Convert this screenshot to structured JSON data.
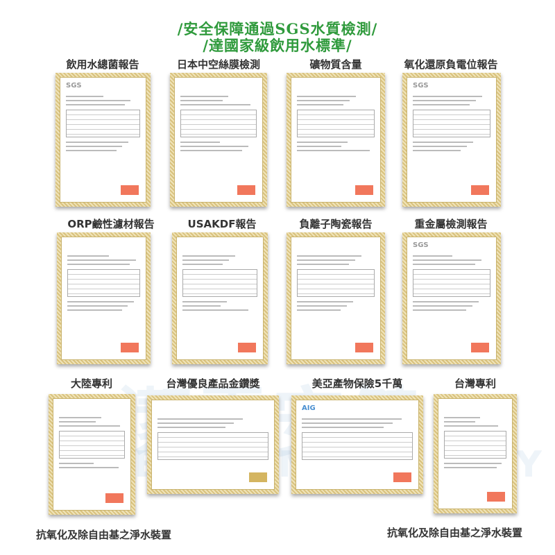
{
  "header": {
    "line1": "/安全保障通過SGS水質檢測/",
    "line2": "/達國家級飲用水標準/"
  },
  "certificates": [
    {
      "label": "飲用水總菌報告"
    },
    {
      "label": "日本中空絲膜檢測"
    },
    {
      "label": "礦物質含量"
    },
    {
      "label": "氧化還原負電位報告"
    },
    {
      "label": "ORP鹼性濾材報告"
    },
    {
      "label": "USAKDF報告"
    },
    {
      "label": "負離子陶瓷報告"
    },
    {
      "label": "重金屬檢測報告"
    },
    {
      "label": "大陸專利"
    },
    {
      "label": "台灣優良產品金鑽獎"
    },
    {
      "label": "美亞產物保險5千萬"
    },
    {
      "label": "台灣專利"
    }
  ],
  "footer": {
    "left": "抗氧化及除自由基之淨水裝置",
    "right": "抗氧化及除自由基之淨水裝置"
  },
  "watermark": {
    "cn": "潔霸安健",
    "en": "CLEAN AMA SAFETY HEALTH"
  },
  "marks": {
    "sgs": "SGS",
    "aig": "AIG"
  },
  "colors": {
    "title": "#2f9a3c",
    "frame": "#e6d6a2"
  }
}
